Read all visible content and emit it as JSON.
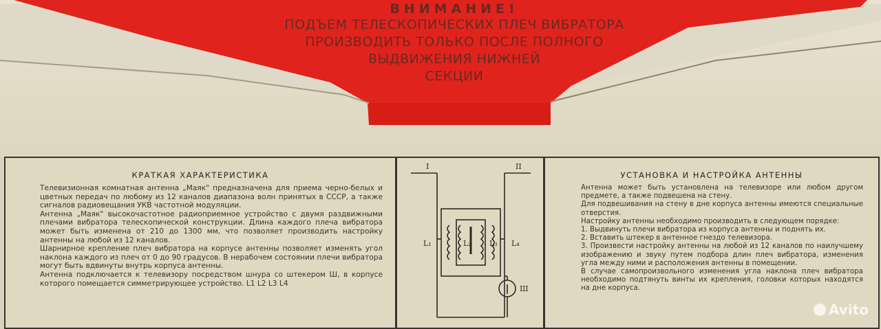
{
  "colors": {
    "red": "#e0231c",
    "paper": "#e0d9c1",
    "ink": "#2c2824"
  },
  "warning": {
    "title": "ВНИМАНИЕ!",
    "lines": [
      "ПОДЪЕМ ТЕЛЕСКОПИЧЕСКИХ ПЛЕЧ ВИБРАТОРА",
      "ПРОИЗВОДИТЬ ТОЛЬКО ПОСЛЕ ПОЛНОГО",
      "ВЫДВИЖЕНИЯ НИЖНЕЙ",
      "СЕКЦИИ"
    ]
  },
  "left_panel": {
    "title": "КРАТКАЯ ХАРАКТЕРИСТИКА",
    "paragraphs": [
      "Телевизионная комнатная антенна „Маяк\" предназначена для приема черно-белых и цветных передач по любому из 12 каналов диапазона волн принятых в СССР, а также сигналов радиовещания УКВ частотной модуляции.",
      "Антенна „Маяк\" высокочастотное радиоприемное устройство с двумя раздвижными плечами вибратора телескопической конструкции. Длина каждого плеча вибратора может быть изменена от 210 до 1300 мм, что позволяет производить настройку антенны на любой из 12 каналов.",
      "Шарнирное крепление плеч вибратора на корпусе антенны позволяет изменять угол наклона каждого из плеч от 0 до 90 градусов. В нерабочем состоянии плечи вибратора могут быть вдвинуты внутрь корпуса антенны.",
      "Антенна подключается к телевизору посредством шнура со штекером Ш, в корпусе которого помещается симметрирующее устройство. L1 L2 L3 L4"
    ]
  },
  "scheme": {
    "term_left": "I",
    "term_right": "II",
    "l1": "L₁",
    "l2": "L₂",
    "l3": "L₃",
    "l4": "L₄",
    "plug": "Ш"
  },
  "right_panel": {
    "title": "УСТАНОВКА И НАСТРОЙКА АНТЕННЫ",
    "paragraphs": [
      "Антенна может быть установлена на телевизоре или любом другом предмете, а также подвешена на стену.",
      "Для подвешивания на стену в дне корпуса антенны имеются специальные отверстия.",
      "Настройку антенны необходимо производить в следующем порядке:",
      "1. Выдвинуть плечи вибратора из корпуса антенны и поднять их.",
      "2. Вставить штекер в антенное гнездо телевизора.",
      "3. Произвести настройку антенны на любой из 12 каналов по наилучшему изображению и звуку путем подбора длин плеч вибратора, изменения угла между ними и расположения антенны в помещении.",
      "В случае самопроизвольного изменения угла наклона плеч вибратора необходимо подтянуть винты их крепления, головки которых находятся на дне корпуса."
    ]
  },
  "watermark": "Avito"
}
